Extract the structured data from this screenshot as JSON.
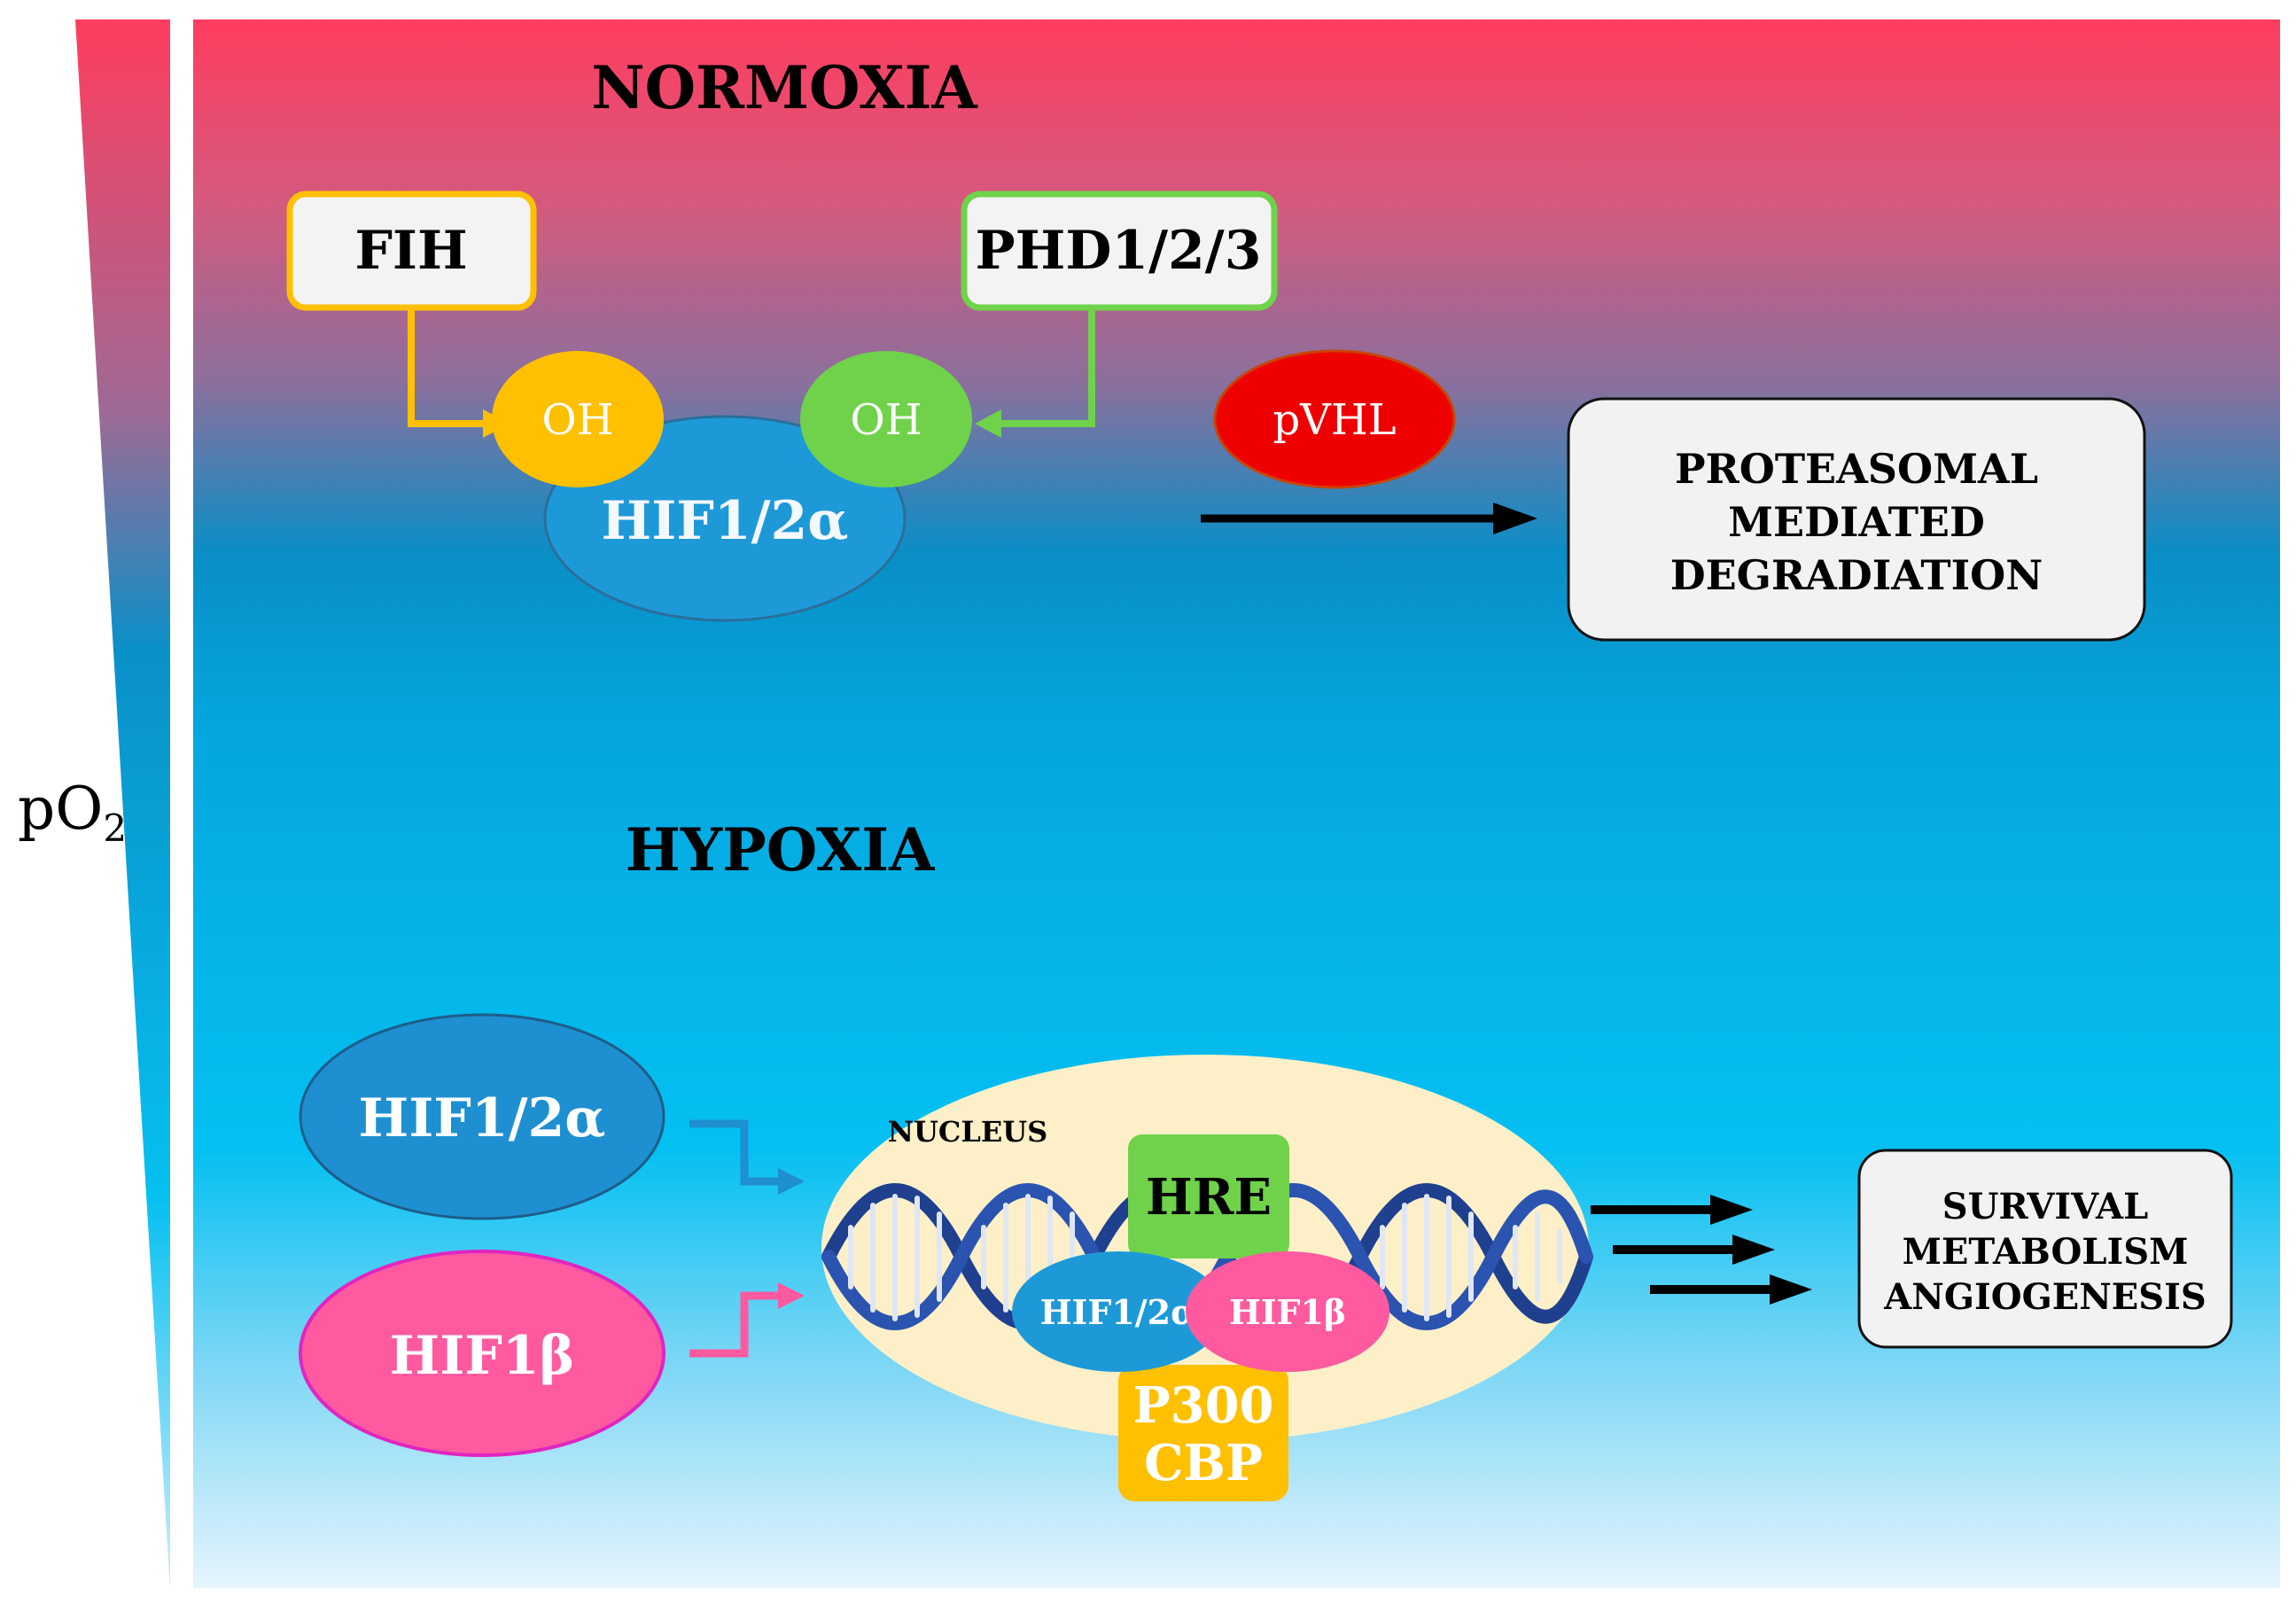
{
  "labels": {
    "po2_main": "pO",
    "po2_sub": "2",
    "normoxia": "NORMOXIA",
    "hypoxia": "HYPOXIA",
    "fih": "FIH",
    "phd": "PHD1/2/3",
    "oh": "OH",
    "hif_alpha": "HIF1/2α",
    "hif_beta": "HIF1β",
    "pvhl": "pVHL",
    "proteasomal_lines": [
      "PROTEASOMAL",
      "MEDIATED",
      "DEGRADIATION"
    ],
    "nucleus": "NUCLEUS",
    "hre": "HRE",
    "p300": "P300",
    "cbp": "CBP",
    "outcome_lines": [
      "SURVIVAL",
      "METABOLISM",
      "ANGIOGENESIS"
    ]
  },
  "colors": {
    "top_red": "#ff3d5f",
    "mid_blue": "#0296cc",
    "light_blue": "#c9ecfb",
    "fih_orange": "#ffc000",
    "phd_green": "#6fd24a",
    "hif_alpha_blue": "#1e99d8",
    "hif_beta_pink": "#ff5aa0",
    "pvhl_red": "#ee0000",
    "nucleus_cream": "#fdf0c8",
    "dna_blue": "#1f3f8f",
    "box_gray": "#f2f2f2"
  }
}
